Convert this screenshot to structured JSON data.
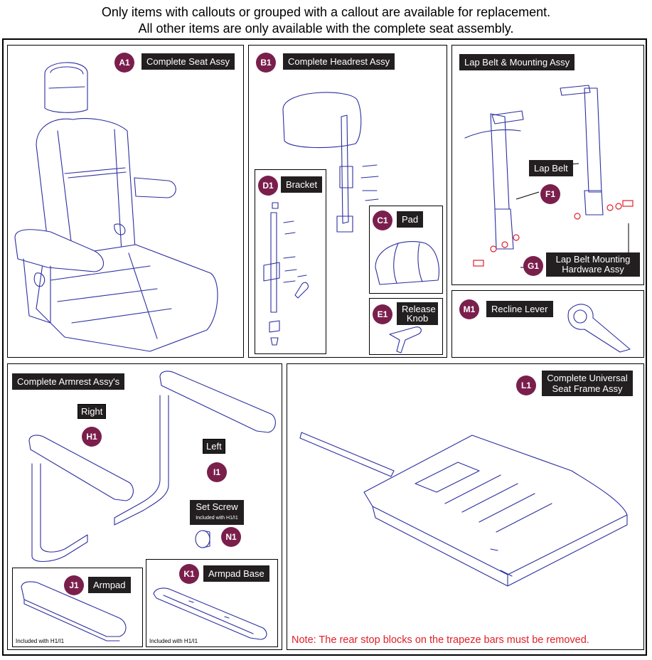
{
  "header": {
    "line1": "Only items with callouts or grouped with a callout are available for replacement.",
    "line2": "All other items are only available with the complete seat assembly."
  },
  "panels": {
    "a1": {
      "badge": "A1",
      "label": "Complete Seat Assy"
    },
    "b1": {
      "badge": "B1",
      "label": "Complete Headrest Assy"
    },
    "d1": {
      "badge": "D1",
      "label": "Bracket"
    },
    "c1": {
      "badge": "C1",
      "label": "Pad"
    },
    "e1": {
      "badge": "E1",
      "label_line1": "Release",
      "label_line2": "Knob"
    },
    "lap": {
      "title": "Lap Belt & Mounting Assy",
      "f1_badge": "F1",
      "f1_label": "Lap Belt",
      "g1_badge": "G1",
      "g1_line1": "Lap Belt Mounting",
      "g1_line2": "Hardware Assy"
    },
    "m1": {
      "badge": "M1",
      "label": "Recline Lever"
    },
    "arm": {
      "title": "Complete Armrest Assy's",
      "right": "Right",
      "h1": "H1",
      "left": "Left",
      "i1": "I1",
      "set_screw": "Set Screw",
      "set_screw_note": "Included with H1/I1",
      "n1": "N1"
    },
    "j1": {
      "badge": "J1",
      "label": "Armpad",
      "note": "Included with H1/I1"
    },
    "k1": {
      "badge": "K1",
      "label": "Armpad Base",
      "note": "Included with H1/I1"
    },
    "l1": {
      "badge": "L1",
      "line1": "Complete Universal",
      "line2": "Seat Frame Assy",
      "note": "Note: The rear stop blocks on the trapeze bars must be removed."
    }
  },
  "colors": {
    "badge": "#7a1f4c",
    "label_bg": "#231f20",
    "line_art": "#2b2ea0",
    "note": "#e0202a"
  }
}
